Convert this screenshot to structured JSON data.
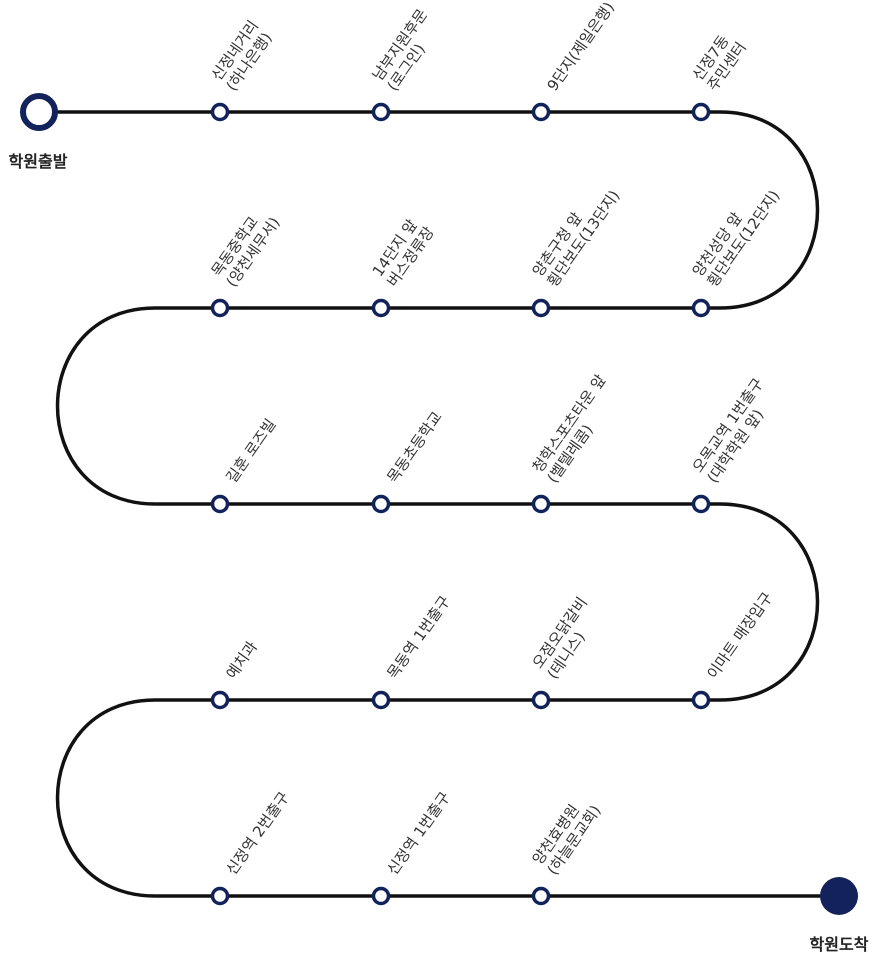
{
  "colors": {
    "route_line": "#111111",
    "stop_ring": "#13225a",
    "stop_fill": "#ffffff",
    "start_ring": "#13225a",
    "end_fill": "#13225a"
  },
  "start": {
    "label": "학원출발"
  },
  "end": {
    "label": "학원도착"
  },
  "rows": [
    {
      "stops": [
        {
          "lines": [
            "신정네거리",
            "(하나은행)"
          ]
        },
        {
          "lines": [
            "남부지원후문",
            "(로그인)"
          ]
        },
        {
          "lines": [
            "9단지(제일은행)"
          ]
        },
        {
          "lines": [
            "신정7동",
            "주민센터"
          ]
        }
      ]
    },
    {
      "stops": [
        {
          "lines": [
            "목동중학교",
            "(양천세무서)"
          ]
        },
        {
          "lines": [
            "14단지 앞",
            "버스정류장"
          ]
        },
        {
          "lines": [
            "양촌구청 앞",
            "횡단보도(13단지)"
          ]
        },
        {
          "lines": [
            "양천성당 앞",
            "횡단보도(12단지)"
          ]
        }
      ]
    },
    {
      "stops": [
        {
          "lines": [
            "길훈 로즈빌"
          ]
        },
        {
          "lines": [
            "목동초등학교"
          ]
        },
        {
          "lines": [
            "청학스포츠타운 앞",
            "(벨텔레콤)"
          ]
        },
        {
          "lines": [
            "오목교역 1번출구",
            "(대학학원 앞)"
          ]
        }
      ]
    },
    {
      "stops": [
        {
          "lines": [
            "예치과"
          ]
        },
        {
          "lines": [
            "목동역 1번출구"
          ]
        },
        {
          "lines": [
            "오점오닭갈비",
            "(테니스)"
          ]
        },
        {
          "lines": [
            "이마트 매장입구"
          ]
        }
      ]
    },
    {
      "stops": [
        {
          "lines": [
            "신정역 2번출구"
          ]
        },
        {
          "lines": [
            "신정역 1번출구"
          ]
        },
        {
          "lines": [
            "양천효병원",
            "(하늘문교회)"
          ]
        }
      ]
    }
  ]
}
